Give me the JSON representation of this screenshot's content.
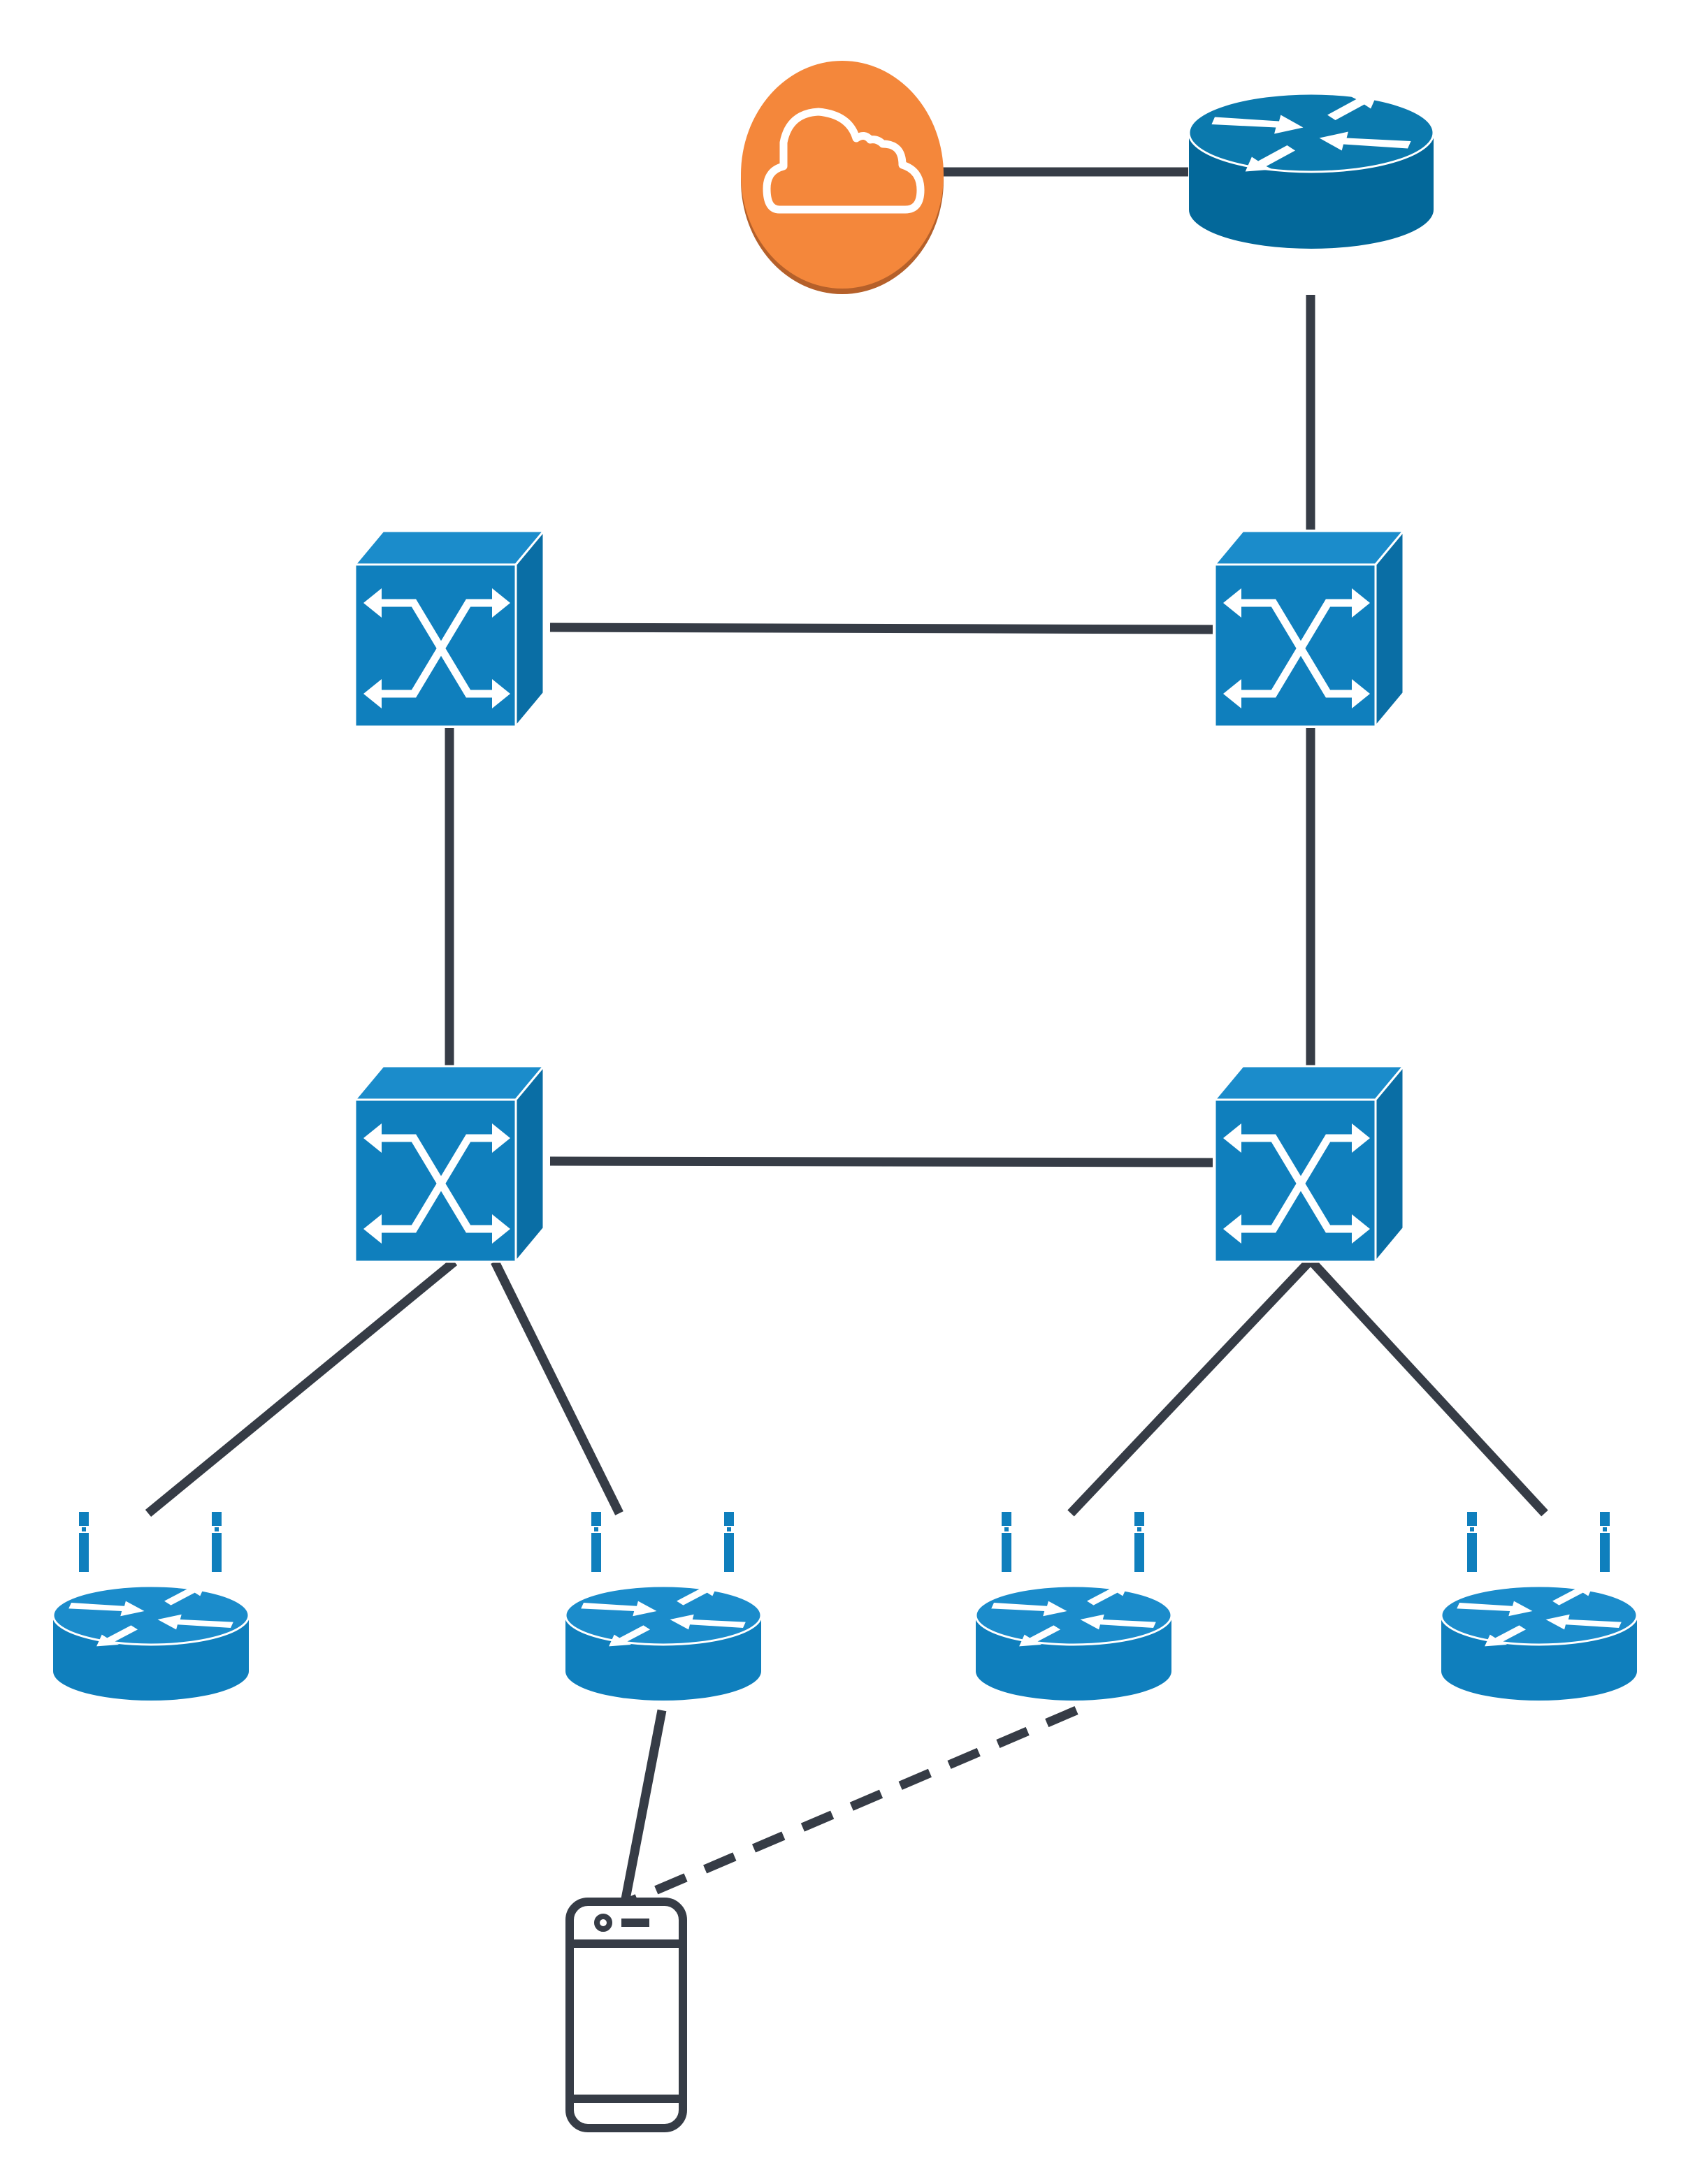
{
  "colors": {
    "background": "#ffffff",
    "link": "#363c46",
    "device_blue": "#0f7fbd",
    "device_blue_top": "#1b8ccb",
    "core_router_blue": "#03689a",
    "core_router_top": "#0b79ad",
    "cloud_orange": "#f4873b",
    "cloud_shadow": "#b5602a",
    "icon_white": "#ffffff",
    "phone_outline": "#363c46"
  },
  "nodes": [
    {
      "id": "internet-cloud",
      "kind": "cloud",
      "icon": "cloud-icon"
    },
    {
      "id": "core-router",
      "kind": "router",
      "icon": "router-icon"
    },
    {
      "id": "switch-top-left",
      "kind": "switch",
      "icon": "switch-icon"
    },
    {
      "id": "switch-top-right",
      "kind": "switch",
      "icon": "switch-icon"
    },
    {
      "id": "switch-bottom-left",
      "kind": "switch",
      "icon": "switch-icon"
    },
    {
      "id": "switch-bottom-right",
      "kind": "switch",
      "icon": "switch-icon"
    },
    {
      "id": "access-point-1",
      "kind": "wireless-router",
      "icon": "wireless-router-icon"
    },
    {
      "id": "access-point-2",
      "kind": "wireless-router",
      "icon": "wireless-router-icon"
    },
    {
      "id": "access-point-3",
      "kind": "wireless-router",
      "icon": "wireless-router-icon"
    },
    {
      "id": "access-point-4",
      "kind": "wireless-router",
      "icon": "wireless-router-icon"
    },
    {
      "id": "mobile-phone",
      "kind": "phone",
      "icon": "mobile-phone-icon"
    }
  ],
  "links": [
    {
      "from": "internet-cloud",
      "to": "core-router",
      "style": "solid"
    },
    {
      "from": "core-router",
      "to": "switch-top-right",
      "style": "solid"
    },
    {
      "from": "switch-top-left",
      "to": "switch-top-right",
      "style": "solid"
    },
    {
      "from": "switch-top-left",
      "to": "switch-bottom-left",
      "style": "solid"
    },
    {
      "from": "switch-top-right",
      "to": "switch-bottom-right",
      "style": "solid"
    },
    {
      "from": "switch-bottom-left",
      "to": "switch-bottom-right",
      "style": "solid"
    },
    {
      "from": "switch-bottom-left",
      "to": "access-point-1",
      "style": "solid"
    },
    {
      "from": "switch-bottom-left",
      "to": "access-point-2",
      "style": "solid"
    },
    {
      "from": "switch-bottom-right",
      "to": "access-point-3",
      "style": "solid"
    },
    {
      "from": "switch-bottom-right",
      "to": "access-point-4",
      "style": "solid"
    },
    {
      "from": "access-point-2",
      "to": "mobile-phone",
      "style": "solid"
    },
    {
      "from": "access-point-3",
      "to": "mobile-phone",
      "style": "dashed"
    }
  ]
}
